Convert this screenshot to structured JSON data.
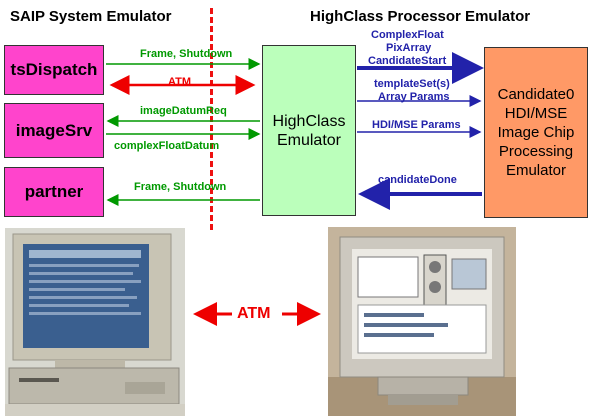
{
  "titles": {
    "left": "SAIP System Emulator",
    "right": "HighClass Processor Emulator"
  },
  "boxes": {
    "tsdispatch": "tsDispatch",
    "imagesrv": "imageSrv",
    "partner": "partner",
    "highclass_line1": "HighClass",
    "highclass_line2": "Emulator",
    "candidate_lines": [
      "Candidate0",
      "HDI/MSE",
      "Image Chip",
      "Processing",
      "Emulator"
    ]
  },
  "labels": {
    "frame_shutdown_1": "Frame, Shutdown",
    "atm_small": "ATM",
    "image_datum_req": "imageDatumReq",
    "complex_float_datum": "complexFloatDatum",
    "frame_shutdown_2": "Frame, Shutdown",
    "complex_float": "ComplexFloat",
    "pix_array": "PixArray",
    "candidate_start": "CandidateStart",
    "template_set": "templateSet(s)",
    "array_params": "Array Params",
    "hdi_mse_params": "HDI/MSE  Params",
    "candidate_done": "candidateDone",
    "atm_big": "ATM"
  },
  "colors": {
    "pink": "#ff44cc",
    "green_box": "#bbffbb",
    "orange_box": "#ff9966",
    "green_arrow": "#009900",
    "red_arrow": "#ee0000",
    "blue_arrow": "#2222aa"
  }
}
